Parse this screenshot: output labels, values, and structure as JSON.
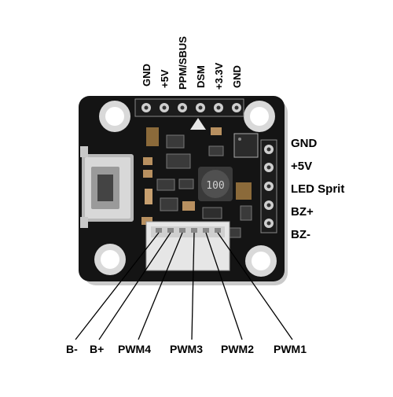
{
  "top_pins": [
    "GND",
    "+5V",
    "PPM/SBUS",
    "DSM",
    "+3.3V",
    "GND"
  ],
  "right_pins": [
    "GND",
    "+5V",
    "LED Sprit",
    "BZ+",
    "BZ-"
  ],
  "bottom_pins": [
    "B-",
    "B+",
    "PWM4",
    "PWM3",
    "PWM2",
    "PWM1"
  ],
  "inductor_marking": "100"
}
